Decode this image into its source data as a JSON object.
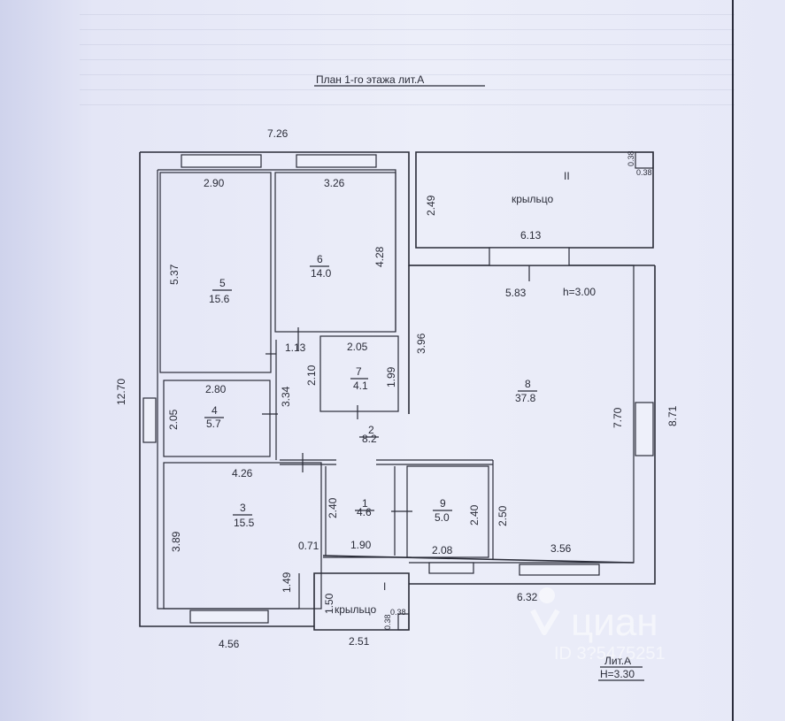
{
  "plan": {
    "title": "План 1-го этажа лит.А",
    "lit_label": "Лит.А",
    "height_label": "H=3.30",
    "height_room8": "h=3.00"
  },
  "rooms": [
    {
      "num": "1",
      "area": "4.6"
    },
    {
      "num": "2",
      "area": "8.2"
    },
    {
      "num": "3",
      "area": "15.5"
    },
    {
      "num": "4",
      "area": "5.7"
    },
    {
      "num": "5",
      "area": "15.6"
    },
    {
      "num": "6",
      "area": "14.0"
    },
    {
      "num": "7",
      "area": "4.1"
    },
    {
      "num": "8",
      "area": "37.8"
    },
    {
      "num": "9",
      "area": "5.0"
    }
  ],
  "porches": [
    {
      "roman": "II",
      "label": "крыльцо"
    },
    {
      "roman": "I",
      "label": "крыльцо"
    }
  ],
  "dims": {
    "top_total": "7.26",
    "left_total": "12.70",
    "right_total": "8.71",
    "r5_w": "2.90",
    "r5_h": "5.37",
    "r6_w": "3.26",
    "r6_h": "4.28",
    "r7_w": "2.05",
    "r7_h": "1.99",
    "r7_side": "2.10",
    "r4_w": "2.80",
    "r4_h": "2.05",
    "hall_w": "1.13",
    "hall_h": "3.34",
    "r3_w": "4.26",
    "r3_h": "3.89",
    "r8_w": "5.83",
    "r8_side": "3.96",
    "r8_h": "7.70",
    "r8_bottom": "3.56",
    "r1_h": "2.40",
    "r1_w": "1.90",
    "r9_h": "2.40",
    "r9_w": "2.08",
    "r9_side": "2.50",
    "p2_h": "2.49",
    "p2_w": "6.13",
    "p2_c1": "0.38",
    "p2_c2": "0.38",
    "p1_h": "1.50",
    "p1_w": "2.51",
    "p1_c1": "0.38",
    "p1_c2": "0.38",
    "bottom_w": "6.32",
    "bottom_left": "4.56",
    "d_071": "0.71",
    "d_149": "1.49"
  },
  "watermark": {
    "brand": "циан",
    "id_text": "ID 3?5475251"
  },
  "colors": {
    "ink": "#2a2c38",
    "paper": "#eceef9"
  }
}
